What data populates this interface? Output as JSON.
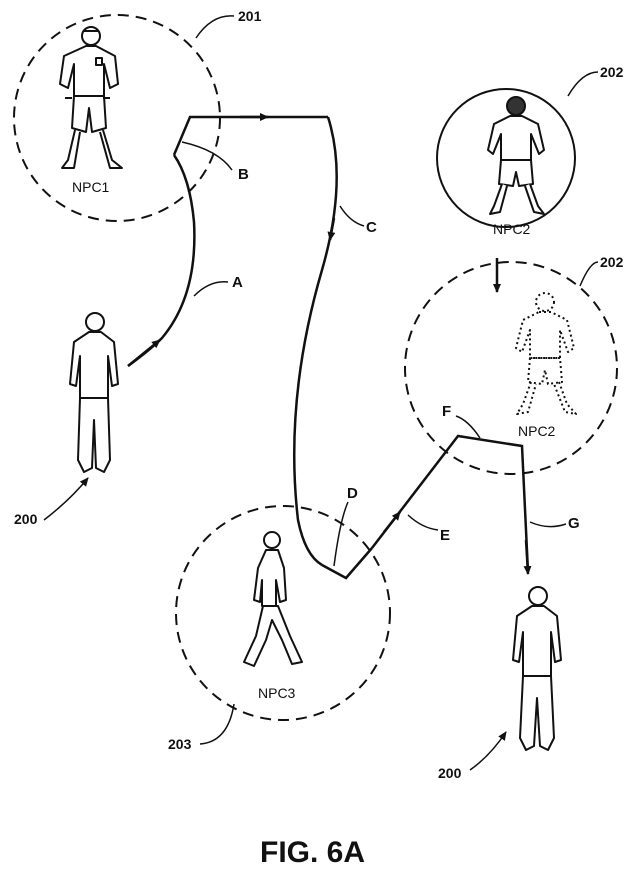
{
  "figure_label": "FIG. 6A",
  "reference_numerals": {
    "npc1_zone": "201",
    "npc2_zone_original": "202",
    "npc2_zone_moved": "202",
    "npc3_zone": "203",
    "player_start": "200",
    "player_end": "200"
  },
  "npc_labels": {
    "npc1": "NPC1",
    "npc2_original": "NPC2",
    "npc2_moved": "NPC2",
    "npc3": "NPC3"
  },
  "path_labels": {
    "a": "A",
    "b": "B",
    "c": "C",
    "d": "D",
    "e": "E",
    "f": "F",
    "g": "G"
  }
}
